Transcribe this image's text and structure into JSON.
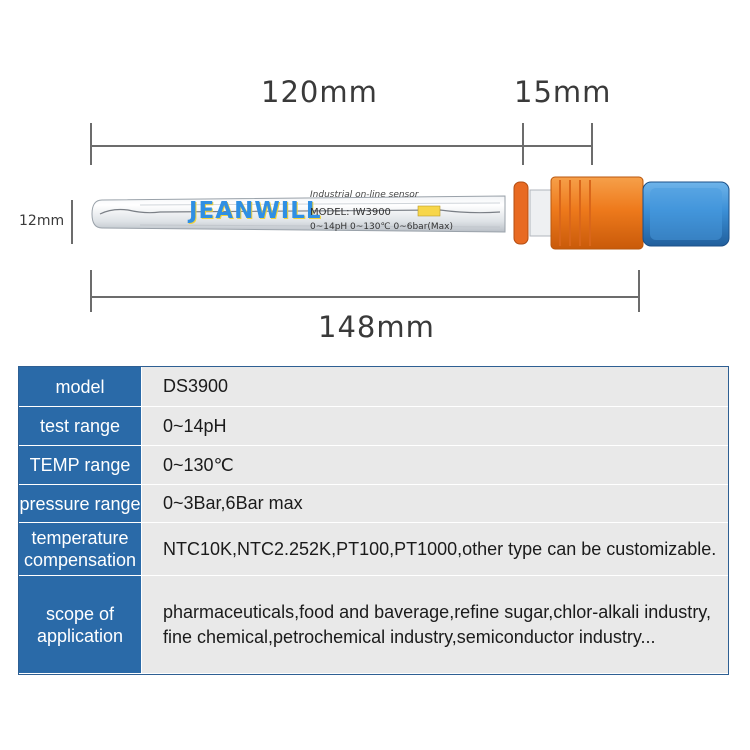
{
  "dimensions": {
    "length_total": "148mm",
    "length_glass": "120mm",
    "length_thread": "15mm",
    "diameter": "12mm"
  },
  "probe_label": {
    "brand": "JEANWILL",
    "line1": "Industrial on-line sensor",
    "line2": "MODEL: IW3900",
    "line3": "0~14pH  0~130℃  0~6bar(Max)"
  },
  "colors": {
    "table_header": "#2a6aa8",
    "table_value_bg": "#e9e9e9",
    "thread": "#f07d22",
    "cap": "#3b8fd6"
  },
  "specs": [
    {
      "label": "model",
      "value": "DS3900"
    },
    {
      "label": "test range",
      "value": "0~14pH"
    },
    {
      "label": "TEMP range",
      "value": "0~130℃"
    },
    {
      "label": "pressure range",
      "value": "0~3Bar,6Bar max"
    },
    {
      "label": "temperature compensation",
      "value": "NTC10K,NTC2.252K,PT100,PT1000,other type can be customizable."
    },
    {
      "label": "scope of application",
      "value": "pharmaceuticals,food and baverage,refine sugar,chlor-alkali industry, fine chemical,petrochemical industry,semiconductor industry..."
    }
  ]
}
